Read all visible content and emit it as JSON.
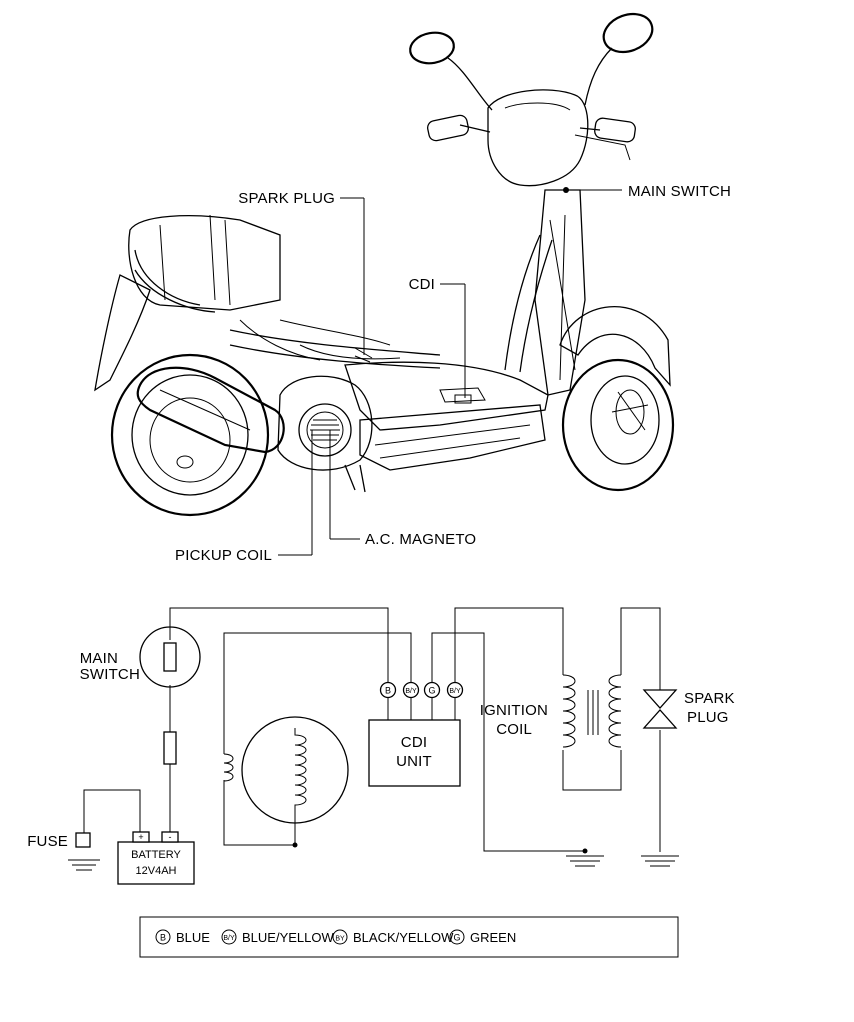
{
  "callouts": {
    "spark_plug": "SPARK PLUG",
    "main_switch": "MAIN SWITCH",
    "cdi": "CDI",
    "ac_magneto": "A.C. MAGNETO",
    "pickup_coil": "PICKUP COIL"
  },
  "schematic": {
    "main_switch_line1": "MAIN",
    "main_switch_line2": "SWITCH",
    "cdi_unit_line1": "CDI",
    "cdi_unit_line2": "UNIT",
    "ignition_coil_line1": "IGNITION",
    "ignition_coil_line2": "COIL",
    "spark_plug_line1": "SPARK",
    "spark_plug_line2": "PLUG",
    "fuse": "FUSE",
    "battery_line1": "BATTERY",
    "battery_line2": "12V4AH",
    "battery_plus": "+",
    "battery_minus": "-",
    "terminals": [
      "B",
      "B/Y",
      "G",
      "B/Y"
    ]
  },
  "legend": {
    "items": [
      {
        "code": "B",
        "label": "BLUE"
      },
      {
        "code": "B/Y",
        "label": "BLUE/YELLOW"
      },
      {
        "code": "BY",
        "label": "BLACK/YELLOW"
      },
      {
        "code": "G",
        "label": "GREEN"
      }
    ]
  }
}
